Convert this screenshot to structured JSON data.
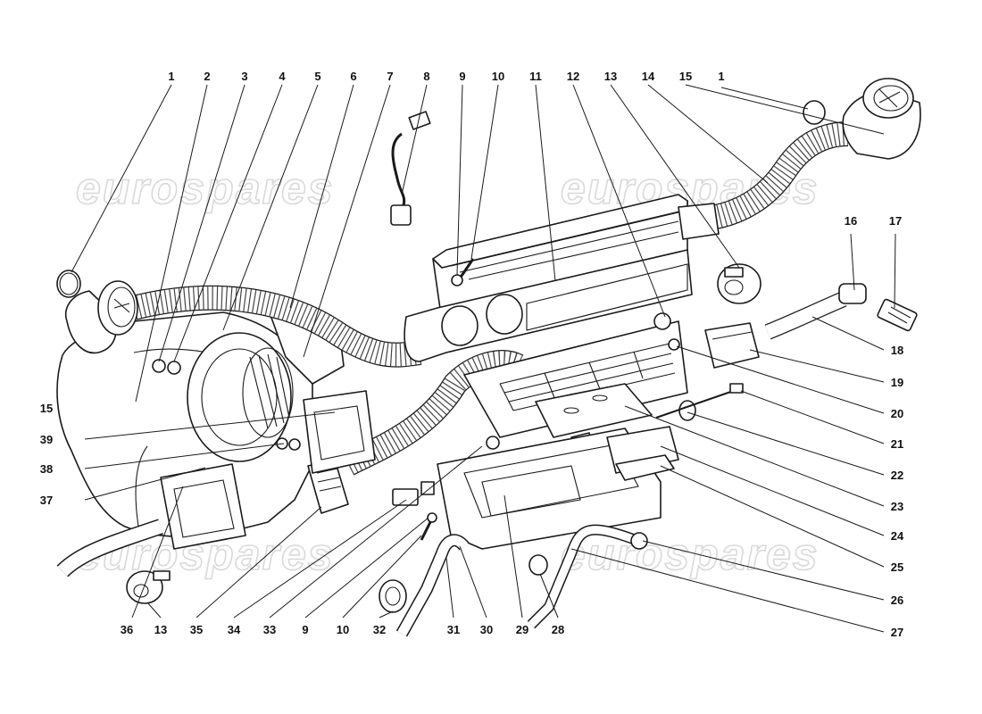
{
  "watermark": {
    "text": "eurospares"
  },
  "labels": {
    "top": [
      "1",
      "2",
      "3",
      "4",
      "5",
      "6",
      "7",
      "8",
      "9",
      "10",
      "11",
      "12",
      "13",
      "14",
      "15",
      "1",
      "16",
      "17"
    ],
    "left": [
      "15",
      "39",
      "38",
      "37"
    ],
    "right": [
      "18",
      "19",
      "20",
      "21",
      "22",
      "23",
      "24",
      "25",
      "26",
      "27"
    ],
    "bottom": [
      "36",
      "13",
      "35",
      "34",
      "33",
      "9",
      "10",
      "32",
      "31",
      "30",
      "29",
      "28"
    ]
  },
  "icons": [
    "hose-icon",
    "heater-box-icon",
    "vacuum-actuator-icon",
    "o-ring-icon",
    "bracket-icon",
    "connector-icon",
    "grommet-icon"
  ]
}
